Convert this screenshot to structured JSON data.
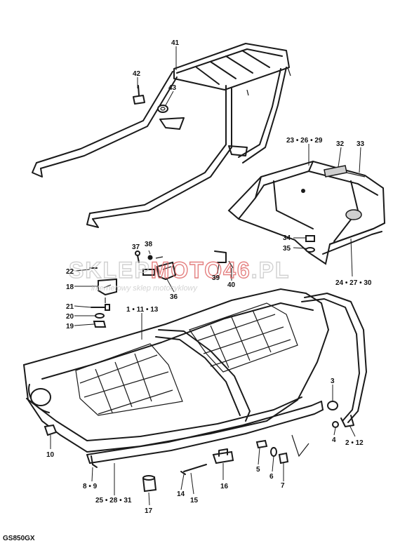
{
  "model_code": "GS850GX",
  "watermark": {
    "brand_left": "SKLEP",
    "brand_accent": "MOTO46",
    "brand_right": ".PL",
    "tagline": "internetowy sklep motocyklowy"
  },
  "callouts": {
    "c41": "41",
    "c42": "42",
    "c43": "43",
    "c23_26_29": "23 • 26 • 29",
    "c32": "32",
    "c33": "33",
    "c34": "34",
    "c35": "35",
    "c24_27_30": "24 • 27 • 30",
    "c37": "37",
    "c38": "38",
    "c22": "22",
    "c18": "18",
    "c36": "36",
    "c39": "39",
    "c40": "40",
    "c21": "21",
    "c20": "20",
    "c19": "19",
    "c1_11_13": "1 • 11 • 13",
    "c3": "3",
    "c4": "4",
    "c2_12": "2 • 12",
    "c10": "10",
    "c5": "5",
    "c6": "6",
    "c7": "7",
    "c8_9": "8 • 9",
    "c16": "16",
    "c25_28_31": "25 • 28 • 31",
    "c17": "17",
    "c14": "14",
    "c15": "15"
  }
}
